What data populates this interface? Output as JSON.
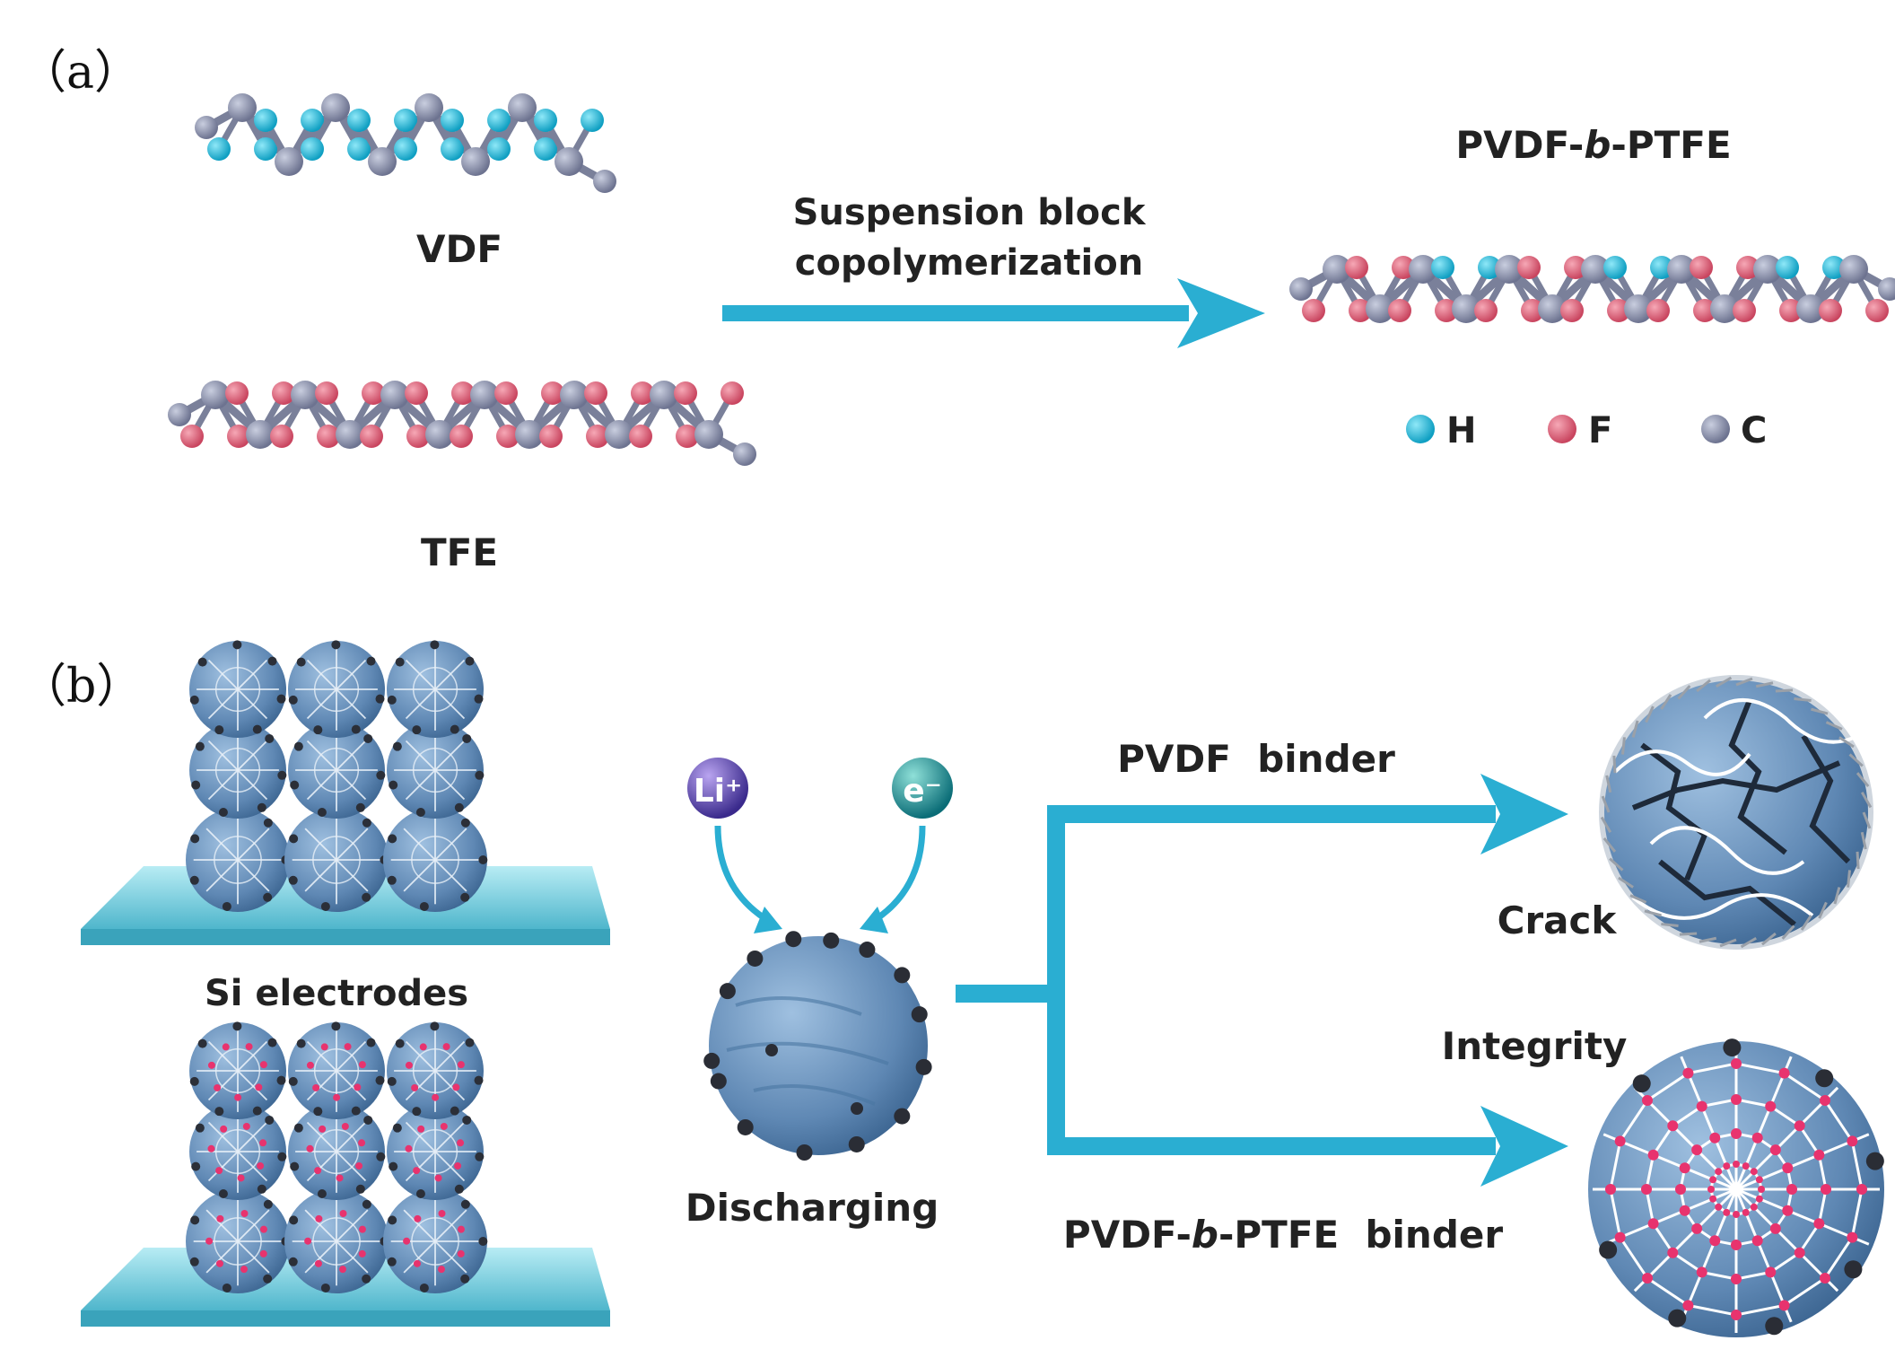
{
  "panel_a": {
    "label": "（a）",
    "vdf_label": "VDF",
    "tfe_label": "TFE",
    "reaction_line1": "Suspension block",
    "reaction_line2": "copolymerization",
    "product_prefix": "PVDF-",
    "product_italic": "b",
    "product_suffix": "-PTFE",
    "legend": [
      {
        "symbol": "H",
        "color": "#1fb8d8"
      },
      {
        "symbol": "F",
        "color": "#e0637c"
      },
      {
        "symbol": "C",
        "color": "#8a90a8"
      }
    ]
  },
  "panel_b": {
    "label": "（b）",
    "electrodes_label": "Si electrodes",
    "li_ion": "Li⁺",
    "electron": "e⁻",
    "discharging_label": "Discharging",
    "upper_binder": "PVDF  binder",
    "lower_binder_prefix": "PVDF-",
    "lower_binder_italic": "b",
    "lower_binder_suffix": "-PTFE  binder",
    "crack_label": "Crack",
    "integrity_label": "Integrity"
  },
  "colors": {
    "arrow": "#2aaed2",
    "hydrogen": "#1fb8d8",
    "fluorine": "#e0637c",
    "carbon": "#8a90a8",
    "particle": "#5f88b4",
    "substrate": "#7fd0e0",
    "node_pink": "#e8336e"
  }
}
